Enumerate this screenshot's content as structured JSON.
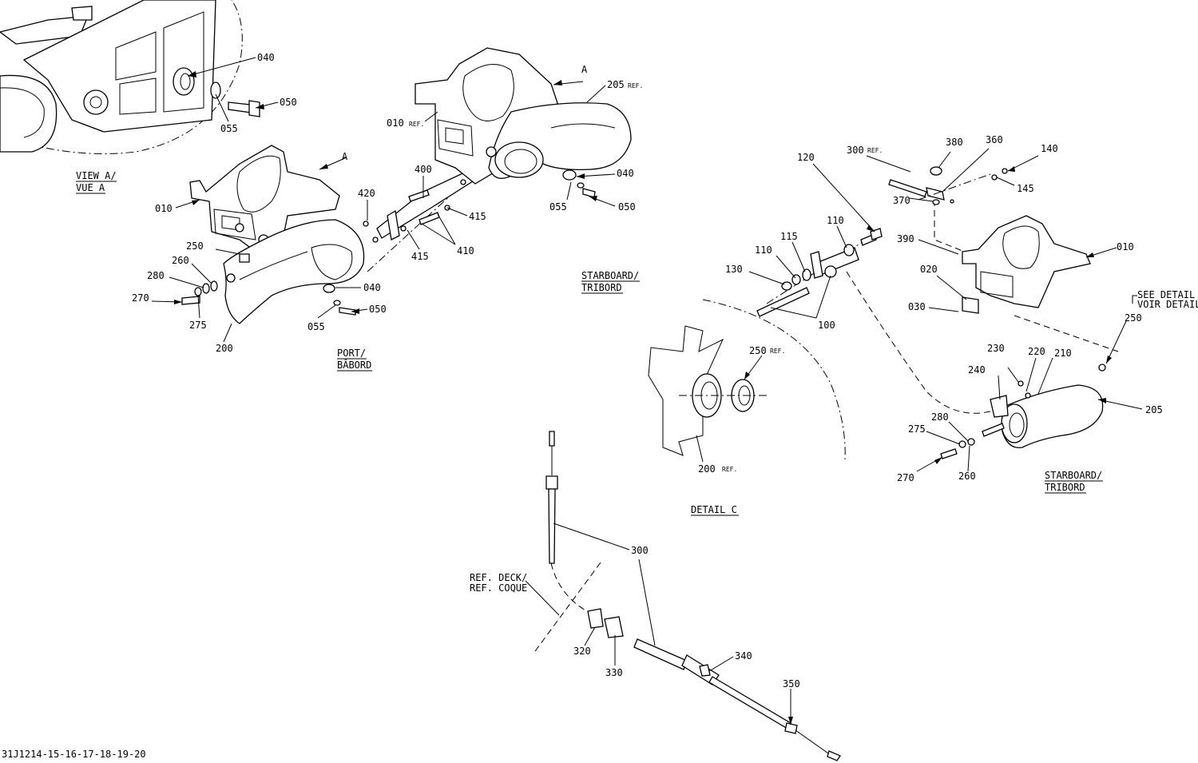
{
  "drawing_id": "31J1214-15-16-17-18-19-20",
  "captions": {
    "view_a": "VIEW A/",
    "vue_a": "VUE A",
    "port": "PORT/",
    "babord": "BÂBORD",
    "starboard_1": "STARBOARD/",
    "tribord_1": "TRIBORD",
    "starboard_2": "STARBOARD/",
    "tribord_2": "TRIBORD",
    "detail_c": "DETAIL C",
    "see_detail_c": "SEE DETAIL C/",
    "voir_detail_c": "VOIR DETAIL C",
    "ref_deck": "REF. DECK/",
    "ref_coque": "REF. COQUE"
  },
  "view_markers": {
    "a1": "A",
    "a2": "A"
  },
  "ref_suffix": "REF.",
  "callouts": [
    {
      "id": "c-040-a",
      "text": "040"
    },
    {
      "id": "c-050-a",
      "text": "050"
    },
    {
      "id": "c-055-a",
      "text": "055"
    },
    {
      "id": "c-010-1",
      "text": "010"
    },
    {
      "id": "c-010-ref",
      "text": "010"
    },
    {
      "id": "c-205-ref",
      "text": "205"
    },
    {
      "id": "c-040-b",
      "text": "040"
    },
    {
      "id": "c-055-b",
      "text": "055"
    },
    {
      "id": "c-050-b",
      "text": "050"
    },
    {
      "id": "c-400",
      "text": "400"
    },
    {
      "id": "c-420",
      "text": "420"
    },
    {
      "id": "c-415-a",
      "text": "415"
    },
    {
      "id": "c-415-b",
      "text": "415"
    },
    {
      "id": "c-410",
      "text": "410"
    },
    {
      "id": "c-250-a",
      "text": "250"
    },
    {
      "id": "c-260-a",
      "text": "260"
    },
    {
      "id": "c-280-a",
      "text": "280"
    },
    {
      "id": "c-270-a",
      "text": "270"
    },
    {
      "id": "c-275-a",
      "text": "275"
    },
    {
      "id": "c-200",
      "text": "200"
    },
    {
      "id": "c-040-c",
      "text": "040"
    },
    {
      "id": "c-050-c",
      "text": "050"
    },
    {
      "id": "c-055-c",
      "text": "055"
    },
    {
      "id": "c-120",
      "text": "120"
    },
    {
      "id": "c-300-ref",
      "text": "300"
    },
    {
      "id": "c-380",
      "text": "380"
    },
    {
      "id": "c-360",
      "text": "360"
    },
    {
      "id": "c-140",
      "text": "140"
    },
    {
      "id": "c-145",
      "text": "145"
    },
    {
      "id": "c-370",
      "text": "370"
    },
    {
      "id": "c-110-a",
      "text": "110"
    },
    {
      "id": "c-115",
      "text": "115"
    },
    {
      "id": "c-110-b",
      "text": "110"
    },
    {
      "id": "c-130",
      "text": "130"
    },
    {
      "id": "c-100",
      "text": "100"
    },
    {
      "id": "c-390",
      "text": "390"
    },
    {
      "id": "c-010-2",
      "text": "010"
    },
    {
      "id": "c-020",
      "text": "020"
    },
    {
      "id": "c-030",
      "text": "030"
    },
    {
      "id": "c-250-b",
      "text": "250"
    },
    {
      "id": "c-250-ref",
      "text": "250"
    },
    {
      "id": "c-200-ref",
      "text": "200"
    },
    {
      "id": "c-230",
      "text": "230"
    },
    {
      "id": "c-220",
      "text": "220"
    },
    {
      "id": "c-210",
      "text": "210"
    },
    {
      "id": "c-240",
      "text": "240"
    },
    {
      "id": "c-205",
      "text": "205"
    },
    {
      "id": "c-280-b",
      "text": "280"
    },
    {
      "id": "c-275-b",
      "text": "275"
    },
    {
      "id": "c-270-b",
      "text": "270"
    },
    {
      "id": "c-260-b",
      "text": "260"
    },
    {
      "id": "c-300",
      "text": "300"
    },
    {
      "id": "c-320",
      "text": "320"
    },
    {
      "id": "c-330",
      "text": "330"
    },
    {
      "id": "c-340",
      "text": "340"
    },
    {
      "id": "c-350",
      "text": "350"
    }
  ]
}
